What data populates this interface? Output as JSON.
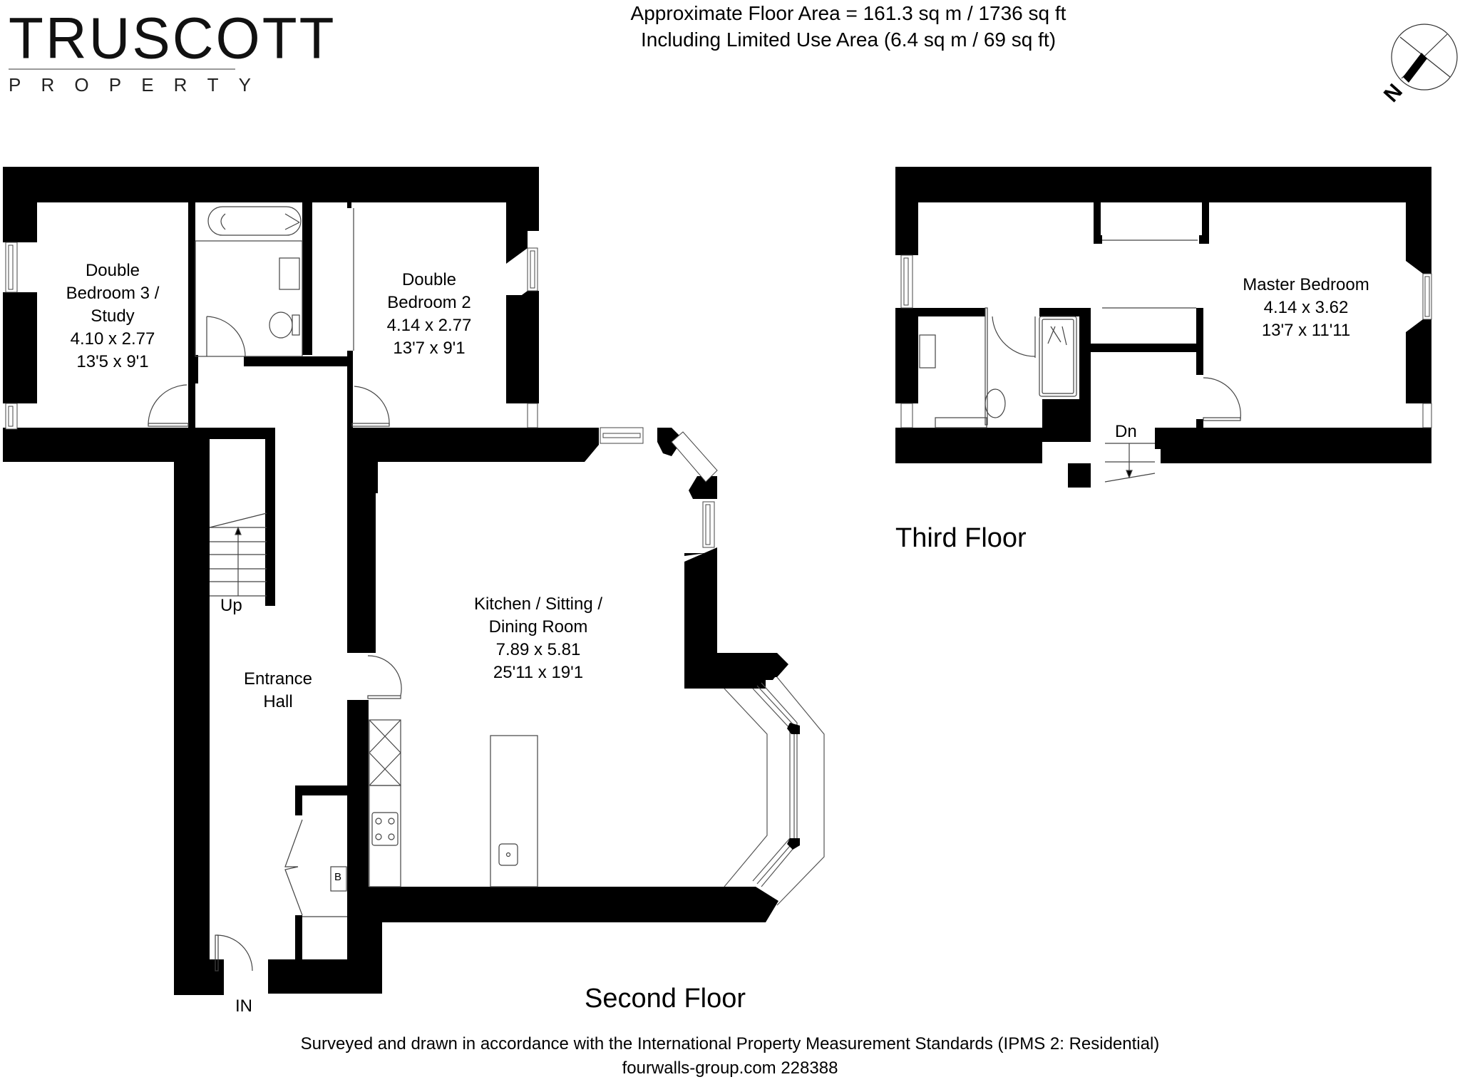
{
  "brand": {
    "name": "TRUSCOTT",
    "tagline_letters": [
      "P",
      "R",
      "O",
      "P",
      "E",
      "R",
      "T",
      "Y"
    ]
  },
  "header": {
    "floor_area_line": "Approximate Floor Area = 161.3 sq m / 1736 sq ft",
    "limited_use_line": "Including Limited Use Area (6.4 sq m / 69 sq ft)"
  },
  "compass": {
    "icon": "north-arrow-icon",
    "label": "N"
  },
  "floors": [
    {
      "title": "Second Floor",
      "rooms": [
        {
          "name_lines": [
            "Double",
            "Bedroom 3 /",
            "Study"
          ],
          "metric": "4.10 x 2.77",
          "imperial": "13'5 x 9'1"
        },
        {
          "name_lines": [
            "Double",
            "Bedroom 2"
          ],
          "metric": "4.14 x 2.77",
          "imperial": "13'7 x 9'1"
        },
        {
          "name_lines": [
            "Kitchen / Sitting /",
            "Dining Room"
          ],
          "metric": "7.89 x 5.81",
          "imperial": "25'11 x 19'1"
        },
        {
          "name_lines": [
            "Entrance",
            "Hall"
          ],
          "metric": "",
          "imperial": ""
        }
      ],
      "annotations": {
        "stairs": "Up",
        "entrance": "IN",
        "boiler": "B"
      }
    },
    {
      "title": "Third Floor",
      "rooms": [
        {
          "name_lines": [
            "Master Bedroom"
          ],
          "metric": "4.14 x 3.62",
          "imperial": "13'7 x 11'11"
        }
      ],
      "annotations": {
        "stairs": "Dn"
      }
    }
  ],
  "footer": {
    "standard_line": "Surveyed and drawn in accordance with the International Property Measurement Standards (IPMS 2: Residential)",
    "reference_line": "fourwalls-group.com 228388"
  },
  "colors": {
    "wall": "#000000",
    "line": "#555555",
    "background": "#ffffff",
    "logo_rule": "#9a9a9a"
  }
}
